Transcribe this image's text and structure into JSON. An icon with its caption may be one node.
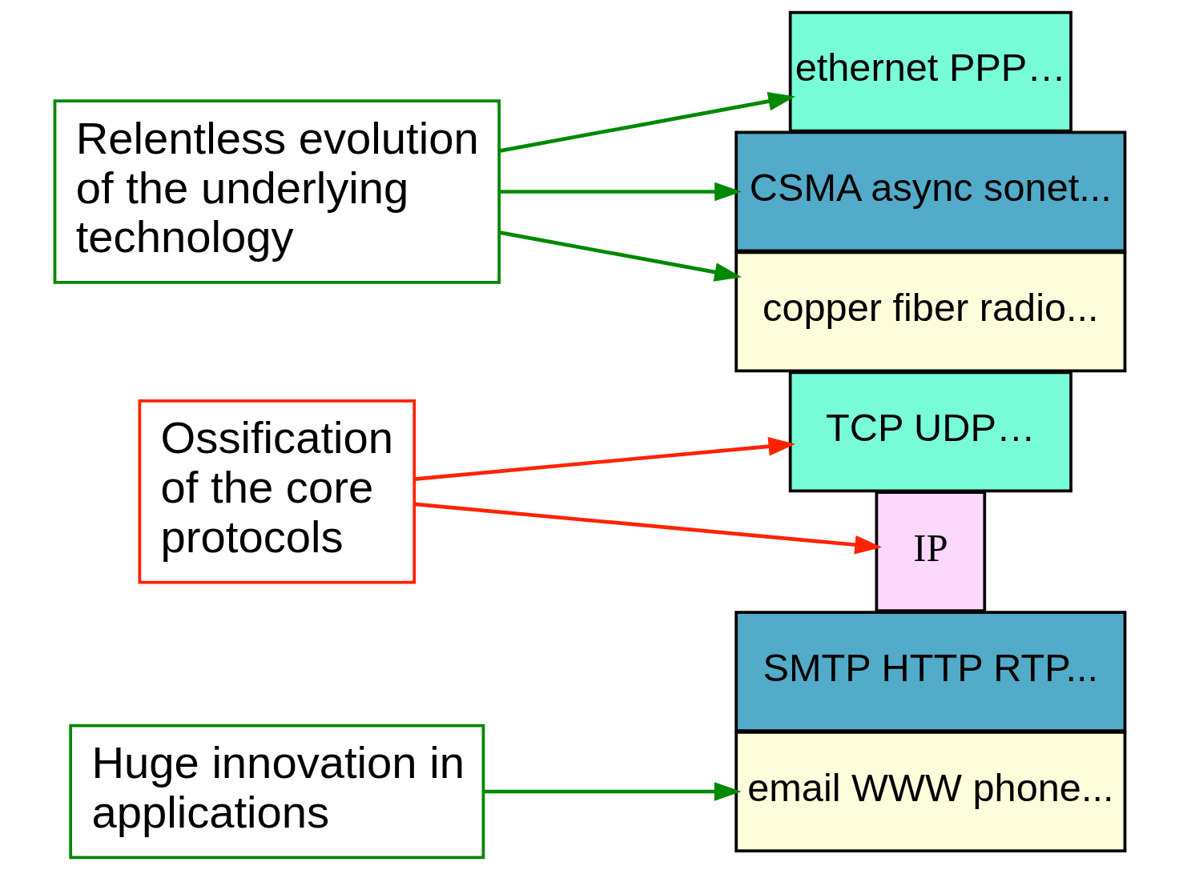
{
  "diagram": {
    "nodes": [
      {
        "text": [
          "Huge innovation in applications"
        ]
      },
      {
        "text": [
          "email WWW phone..."
        ]
      },
      {
        "text": [
          "SMTP HTTP RTP..."
        ]
      },
      {
        "text": [
          "TCP UDP…"
        ]
      },
      {
        "text": [
          "Ossification of the core protocols"
        ]
      },
      {
        "text": [
          "IP"
        ]
      },
      {
        "text": [
          "ethernet PPP…"
        ]
      },
      {
        "text": [
          "CSMA async sonet..."
        ]
      },
      {
        "text": [
          "copper fiber radio..."
        ]
      },
      {
        "text": [
          "Relentless evolution of the underlying technology"
        ]
      }
    ],
    "edges": [
      {
        "from": 0,
        "to": 1,
        "arrow": "to"
      },
      {
        "from": 4,
        "to": 3,
        "arrow": "to",
        "color": "#ff2200"
      },
      {
        "from": 4,
        "to": 5,
        "arrow": "to",
        "color": "#ff2200"
      },
      {
        "from": 9,
        "to": 6,
        "arrow": "to"
      },
      {
        "from": 9,
        "to": 7,
        "arrow": "to"
      },
      {
        "from": 9,
        "to": 8,
        "arrow": "to"
      }
    ]
  }
}
